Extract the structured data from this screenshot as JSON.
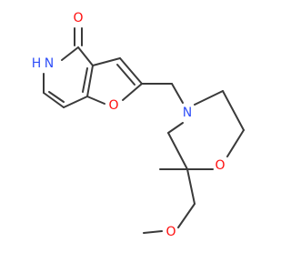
{
  "molecule": {
    "colors": {
      "bond": "#3a3a3a",
      "oxygen": "#ff0d0d",
      "nitrogen": "#3050f8"
    },
    "atom_labels": {
      "carbonyl_oxygen": "O",
      "ring_nh": "N",
      "ring_nh_h": "H",
      "furan_oxygen": "O",
      "morpholine_nitrogen": "N",
      "morpholine_oxygen": "O",
      "methoxy_oxygen": "O"
    }
  }
}
